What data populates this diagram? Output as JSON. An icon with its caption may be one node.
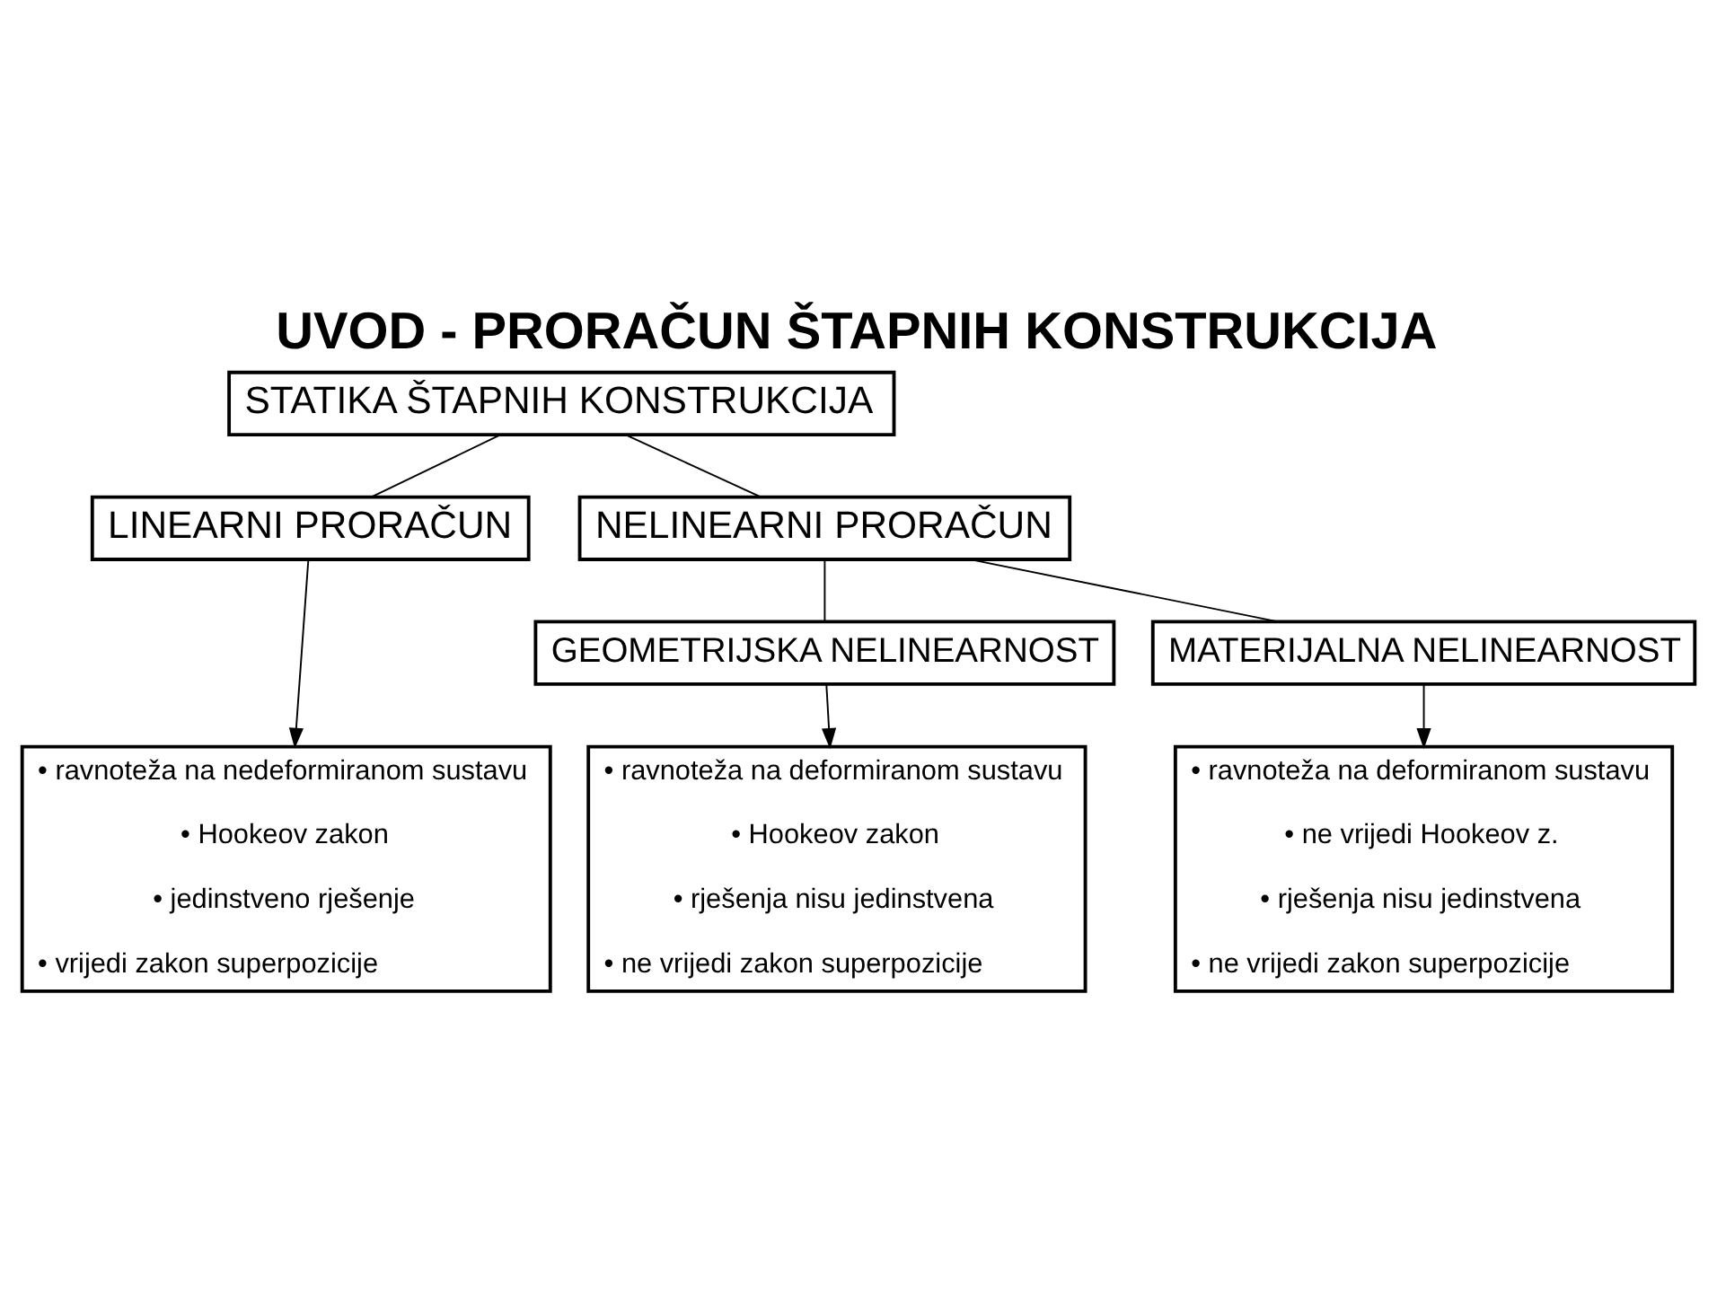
{
  "diagram": {
    "title": "UVOD - PRORAČUN ŠTAPNIH KONSTRUKCIJA",
    "nodes": [
      {
        "text": [
          "STATIKA ŠTAPNIH KONSTRUKCIJA"
        ]
      },
      {
        "text": [
          "LINEARNI PRORAČUN"
        ]
      },
      {
        "text": [
          "NELINEARNI PRORAČUN"
        ]
      },
      {
        "text": [
          "GEOMETRIJSKA NELINEARNOST"
        ]
      },
      {
        "text": [
          "MATERIJALNA NELINEARNOST"
        ]
      },
      {
        "text": [
          "• ravnoteža na nedeformiranom sustavu",
          "• Hookeov zakon",
          "• jedinstveno rješenje",
          "• vrijedi zakon superpozicije"
        ]
      },
      {
        "text": [
          "• ravnoteža na deformiranom sustavu",
          "• Hookeov zakon",
          "• rješenja nisu jedinstvena",
          "• ne vrijedi zakon superpozicije"
        ]
      },
      {
        "text": [
          "• ravnoteža na deformiranom sustavu",
          "• ne vrijedi Hookeov z.",
          "• rješenja nisu jedinstvena",
          "• ne vrijedi zakon superpozicije"
        ]
      }
    ],
    "edges": [
      {
        "from": 0,
        "to": 1,
        "arrow": "none"
      },
      {
        "from": 0,
        "to": 2,
        "arrow": "none"
      },
      {
        "from": 2,
        "to": 3,
        "arrow": "none"
      },
      {
        "from": 2,
        "to": 4,
        "arrow": "none"
      },
      {
        "from": 1,
        "to": 5,
        "arrow": "to"
      },
      {
        "from": 3,
        "to": 6,
        "arrow": "to"
      },
      {
        "from": 4,
        "to": 7,
        "arrow": "to"
      }
    ]
  }
}
